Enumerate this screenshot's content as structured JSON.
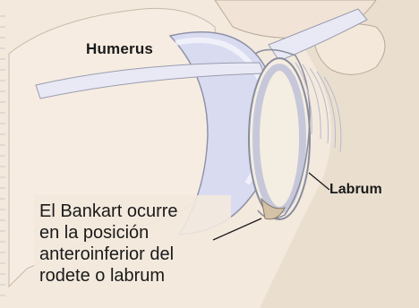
{
  "figure": {
    "labels": {
      "humerus": "Humerus",
      "labrum": "Labrum"
    },
    "caption": "El Bankart ocurre\nen la posición\nanteroinferior del\nrodete o labrum"
  },
  "colors": {
    "bone_light": "#f2e6dc",
    "cartilage": "#d9dcf0",
    "ligament": "#e8e9f4",
    "tissue": "#efe3d2",
    "outline": "#7a7a86"
  }
}
